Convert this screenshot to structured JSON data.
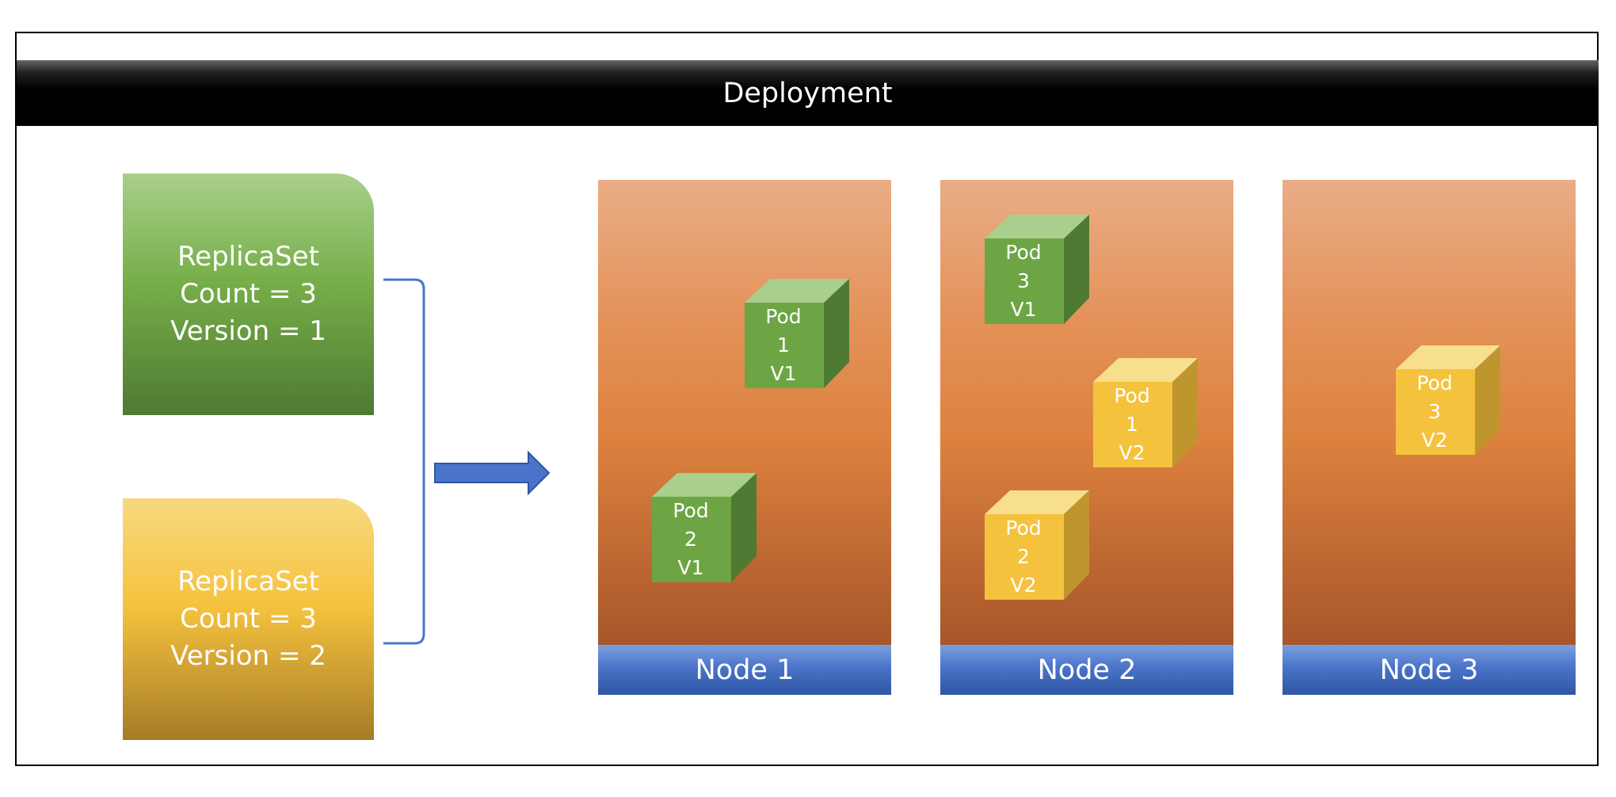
{
  "title": "Deployment",
  "replicasets": [
    {
      "line1": "ReplicaSet",
      "line2": "Count = 3",
      "line3": "Version = 1",
      "color": "green"
    },
    {
      "line1": "ReplicaSet",
      "line2": "Count = 3",
      "line3": "Version = 2",
      "color": "yellow"
    }
  ],
  "nodes": [
    {
      "label": "Node 1"
    },
    {
      "label": "Node 2"
    },
    {
      "label": "Node 3"
    }
  ],
  "pods": [
    {
      "l1": "Pod",
      "l2": "1",
      "l3": "V1",
      "color": "green"
    },
    {
      "l1": "Pod",
      "l2": "2",
      "l3": "V1",
      "color": "green"
    },
    {
      "l1": "Pod",
      "l2": "3",
      "l3": "V1",
      "color": "green"
    },
    {
      "l1": "Pod",
      "l2": "1",
      "l3": "V2",
      "color": "yellow"
    },
    {
      "l1": "Pod",
      "l2": "2",
      "l3": "V2",
      "color": "yellow"
    },
    {
      "l1": "Pod",
      "l2": "3",
      "l3": "V2",
      "color": "yellow"
    }
  ],
  "colors": {
    "green_front": "#6ea544",
    "green_top": "#a9cf8c",
    "green_side": "#4f7a33",
    "yellow_front": "#f5c23e",
    "yellow_top": "#f8df8e",
    "yellow_side": "#bf962e",
    "connector": "#4a74c9"
  }
}
